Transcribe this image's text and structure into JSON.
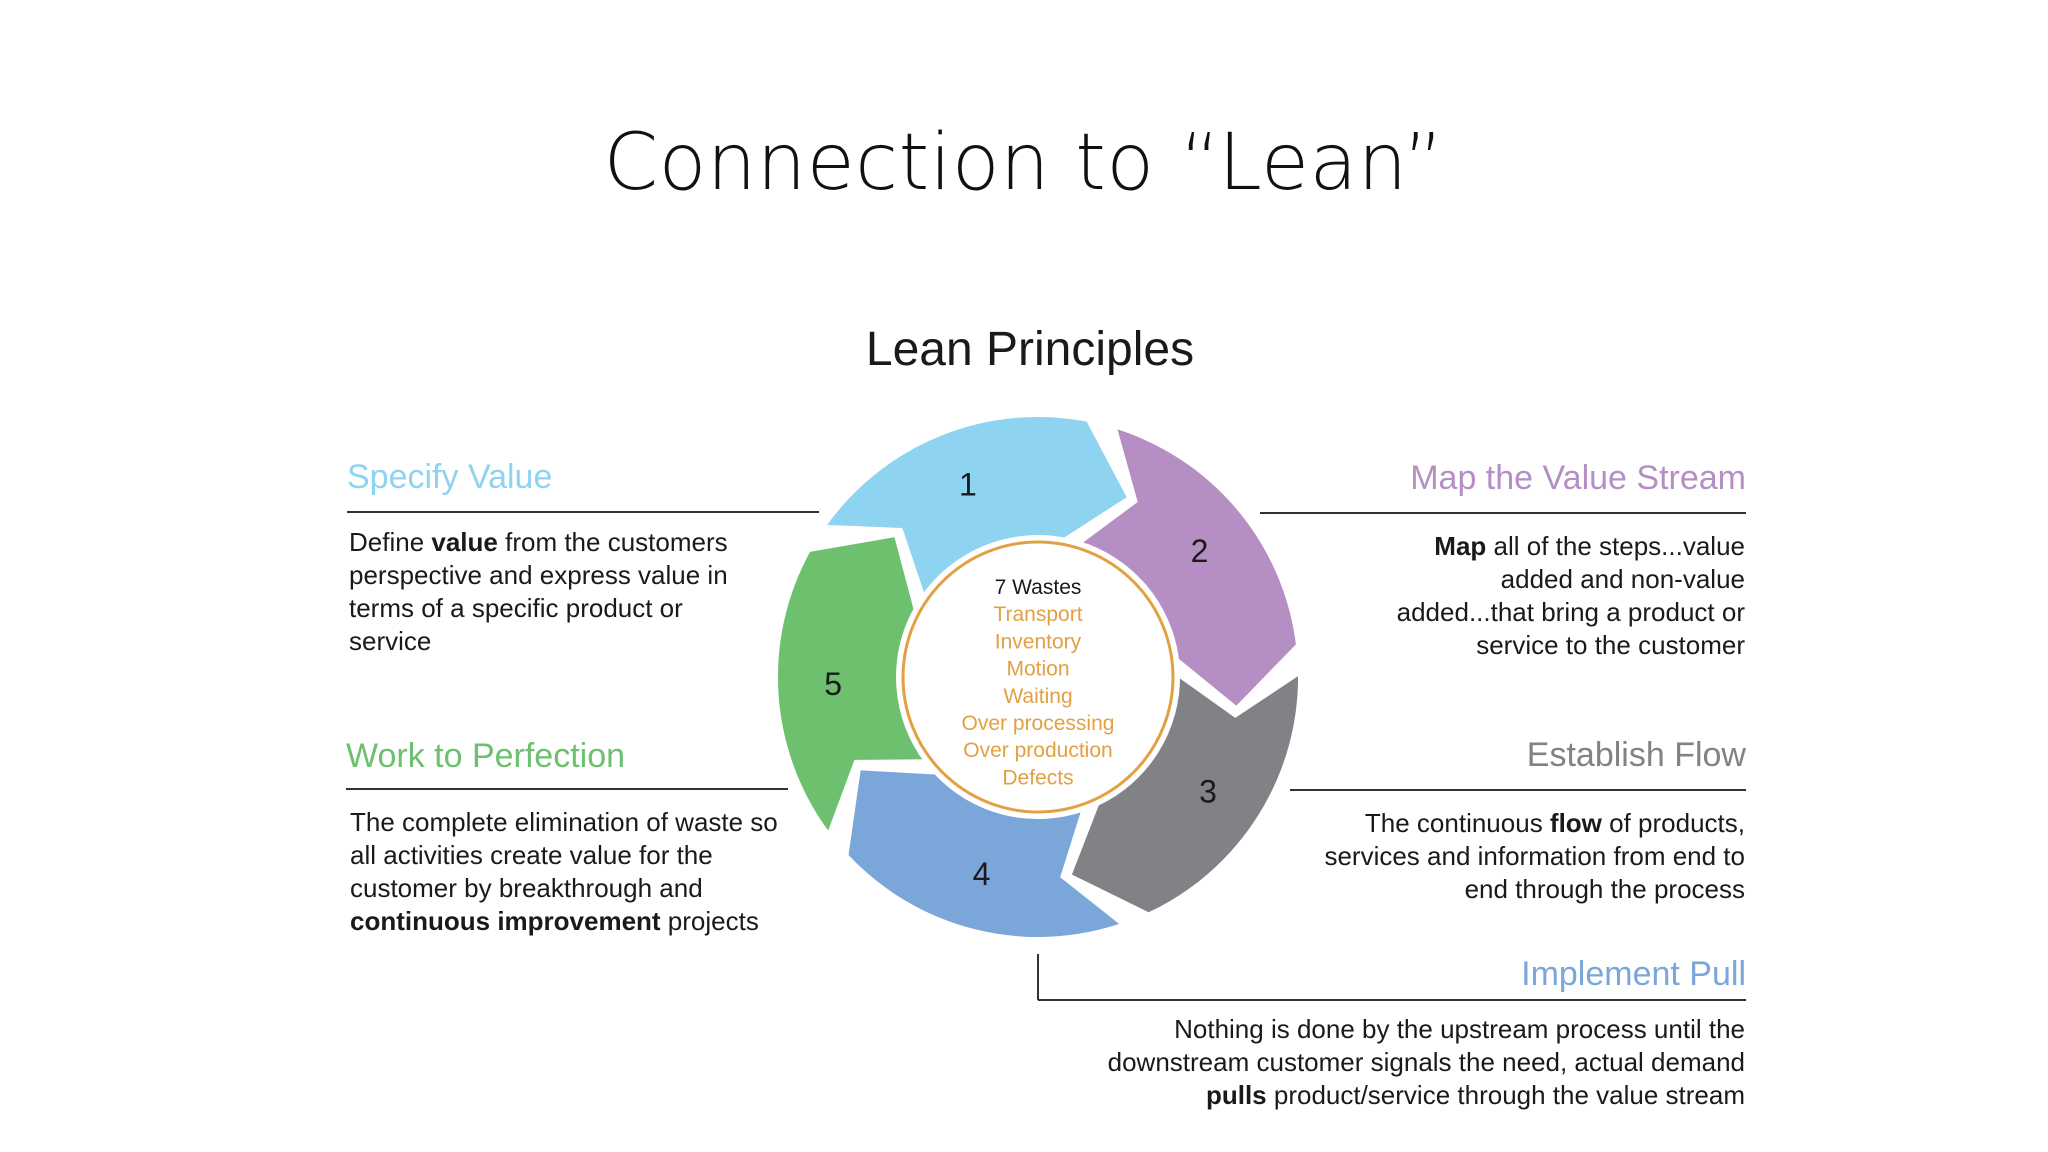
{
  "slide": {
    "title": "Connection to “Lean”"
  },
  "diagram": {
    "title": "Lean Principles",
    "steps": [
      {
        "number": "1",
        "color": "#8ed3ef"
      },
      {
        "number": "2",
        "color": "#b58fc4"
      },
      {
        "number": "3",
        "color": "#808285"
      },
      {
        "number": "4",
        "color": "#7ba6da"
      },
      {
        "number": "5",
        "color": "#6cc06e"
      }
    ],
    "wastes": {
      "heading": "7 Wastes",
      "items": [
        "Transport",
        "Inventory",
        "Motion",
        "Waiting",
        "Over processing",
        "Over production",
        "Defects"
      ],
      "item_color": "#e3a043",
      "ring_color": "#e3a043"
    },
    "principles": {
      "specify_value": {
        "heading": "Specify Value",
        "color": "#8ed3ef",
        "desc": [
          "Define ",
          "value",
          " from the customers perspective and express value in terms of a specific product or service"
        ]
      },
      "map_value_stream": {
        "heading": "Map the Value Stream",
        "color": "#b58fc4",
        "desc": [
          "Map",
          " all of the steps...value added and non-value added...that bring a product or service to the customer"
        ]
      },
      "establish_flow": {
        "heading": "Establish Flow",
        "color": "#808285",
        "desc": [
          "The continuous ",
          "flow",
          " of products, services and information from end to end through the process"
        ]
      },
      "implement_pull": {
        "heading": "Implement Pull",
        "color": "#7ba6da",
        "desc": [
          "Nothing is done by the upstream process until the downstream customer signals the need, actual demand ",
          "pulls",
          " product/service through the value stream"
        ]
      },
      "work_to_perfection": {
        "heading": "Work to Perfection",
        "color": "#6cc06e",
        "desc": [
          "The complete elimination of waste so all activities create value for the customer by breakthrough and ",
          "continuous improvement",
          " projects"
        ]
      }
    }
  }
}
